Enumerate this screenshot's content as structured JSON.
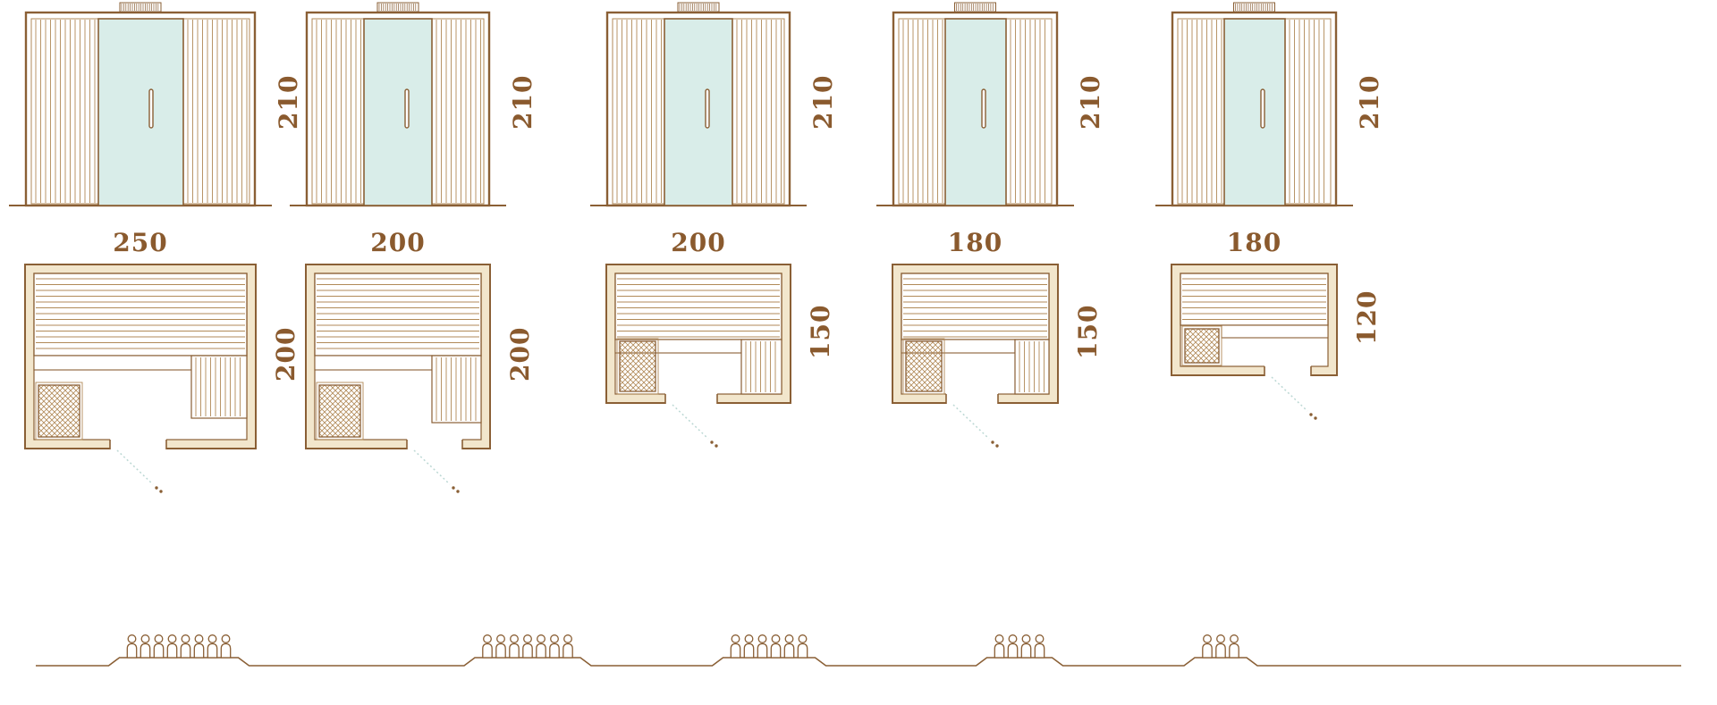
{
  "colors": {
    "line": "#8a5f35",
    "line_light": "#b18a58",
    "glass": "#d9ede9",
    "wall_fill": "#f2e6cc",
    "swing_dots": "#bcd8d4",
    "label_text": "#8a5a2e"
  },
  "saunas": [
    {
      "height_label": "210",
      "width_label": "250",
      "depth_label": "200",
      "height_cm": 210,
      "width_cm": 250,
      "depth_cm": 200,
      "capacity": 8
    },
    {
      "height_label": "210",
      "width_label": "200",
      "depth_label": "200",
      "height_cm": 210,
      "width_cm": 200,
      "depth_cm": 200,
      "capacity": 7
    },
    {
      "height_label": "210",
      "width_label": "200",
      "depth_label": "150",
      "height_cm": 210,
      "width_cm": 200,
      "depth_cm": 150,
      "capacity": 6
    },
    {
      "height_label": "210",
      "width_label": "180",
      "depth_label": "150",
      "height_cm": 210,
      "width_cm": 180,
      "depth_cm": 150,
      "capacity": 4
    },
    {
      "height_label": "210",
      "width_label": "180",
      "depth_label": "120",
      "height_cm": 210,
      "width_cm": 180,
      "depth_cm": 120,
      "capacity": 3
    }
  ]
}
